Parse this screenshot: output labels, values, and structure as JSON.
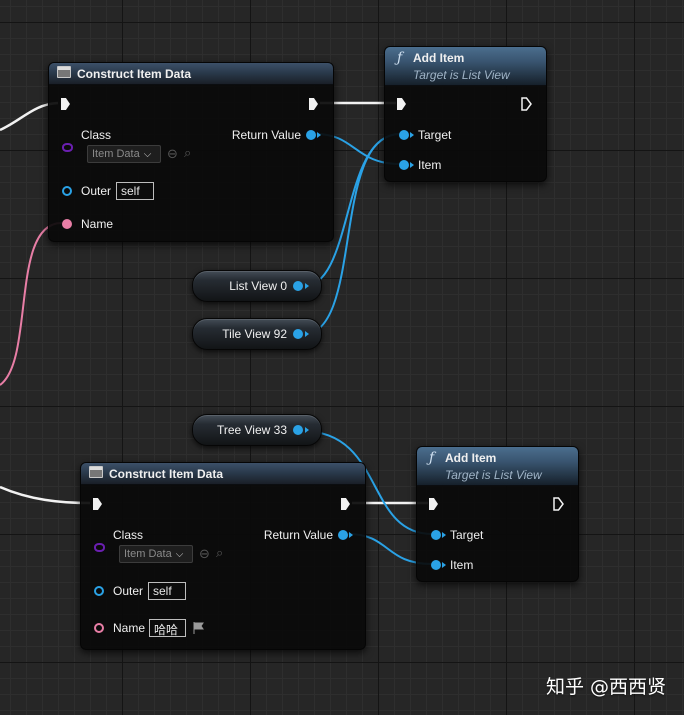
{
  "canvas": {
    "grid_major": "#141414",
    "grid_minor": "#2e2e2e",
    "background": "#262626"
  },
  "colors": {
    "exec_wire": "#f2f2f2",
    "object_wire": "#2aa2e6",
    "string_pin": "#e87ea6",
    "class_pin": "#6a1fb0",
    "node_header": "#3c5068",
    "function_header": "#4b6e8e"
  },
  "nodes": {
    "construct_1": {
      "icon": "class-node-icon",
      "title": "Construct Item Data",
      "class_label": "Class",
      "class_value": "Item Data",
      "return_label": "Return Value",
      "outer_label": "Outer",
      "outer_value": "self",
      "name_label": "Name"
    },
    "add_item_1": {
      "icon": "function-icon",
      "title": "Add Item",
      "subtitle": "Target is List View",
      "target_label": "Target",
      "item_label": "Item"
    },
    "construct_2": {
      "icon": "class-node-icon",
      "title": "Construct Item Data",
      "class_label": "Class",
      "class_value": "Item Data",
      "return_label": "Return Value",
      "outer_label": "Outer",
      "outer_value": "self",
      "name_label": "Name",
      "name_value": "哈哈"
    },
    "add_item_2": {
      "icon": "function-icon",
      "title": "Add Item",
      "subtitle": "Target is List View",
      "target_label": "Target",
      "item_label": "Item"
    }
  },
  "variables": {
    "list_view": "List View 0",
    "tile_view": "Tile View 92",
    "tree_view": "Tree View 33"
  },
  "watermark": "知乎 @西西贤"
}
